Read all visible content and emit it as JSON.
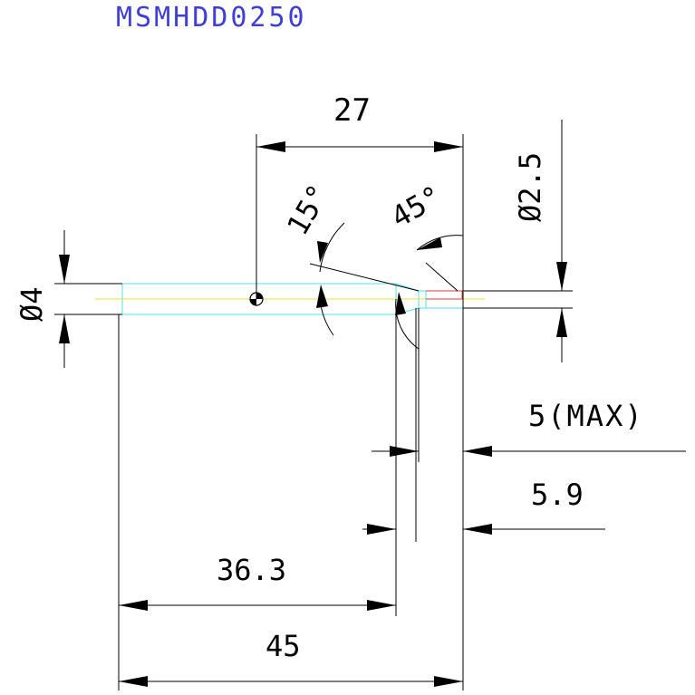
{
  "title": "MSMHDD0250",
  "dimensions": {
    "length_27": "27",
    "dia_2_5": "Ø2.5",
    "angle_15": "15°",
    "angle_45": "45°",
    "dia_4": "Ø4",
    "max_5": "5(MAX)",
    "len_5_9": "5.9",
    "len_36_3": "36.3",
    "len_45": "45"
  },
  "colors": {
    "title": "#3f3fd8",
    "lines": "#000000",
    "tool_outline": "#4fe3ee",
    "centerline": "#e8e23a",
    "tip": "#e23a3a"
  }
}
